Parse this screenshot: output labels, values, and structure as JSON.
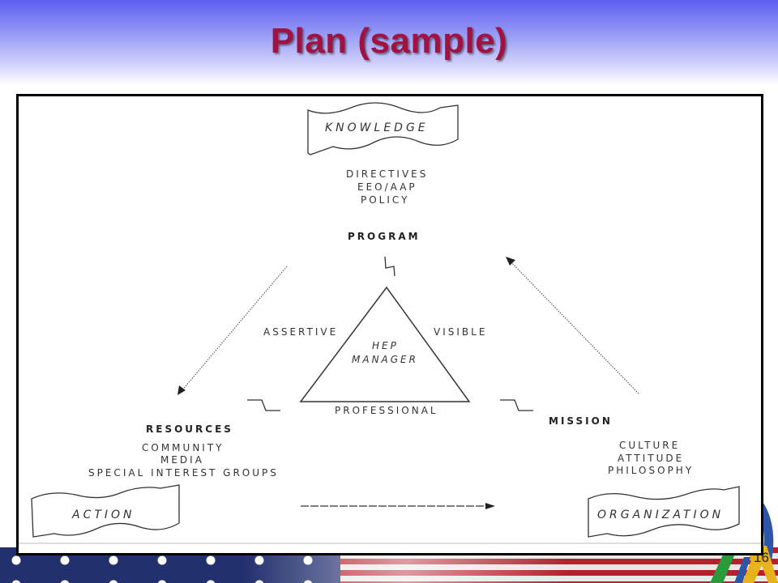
{
  "slide": {
    "title": "Plan (sample)",
    "page_number": "16"
  },
  "diagram": {
    "banners": {
      "knowledge": "KNOWLEDGE",
      "action": "ACTION",
      "organization": "ORGANIZATION"
    },
    "knowledge_items": [
      "DIRECTIVES",
      "EEO/AAP",
      "POLICY"
    ],
    "program_label": "PROGRAM",
    "triangle": {
      "left_label": "ASSERTIVE",
      "right_label": "VISIBLE",
      "bottom_label": "PROFESSIONAL",
      "center_line1": "HEP",
      "center_line2": "MANAGER"
    },
    "resources": {
      "heading": "RESOURCES",
      "items": [
        "COMMUNITY",
        "MEDIA",
        "SPECIAL INTEREST GROUPS"
      ]
    },
    "mission": {
      "heading": "MISSION",
      "items": [
        "CULTURE",
        "ATTITUDE",
        "PHILOSOPHY"
      ]
    }
  },
  "colors": {
    "title": "#a0123f",
    "header_top": "#5d5ff0",
    "flag_red": "#b3212e",
    "flag_blue": "#23306e"
  }
}
